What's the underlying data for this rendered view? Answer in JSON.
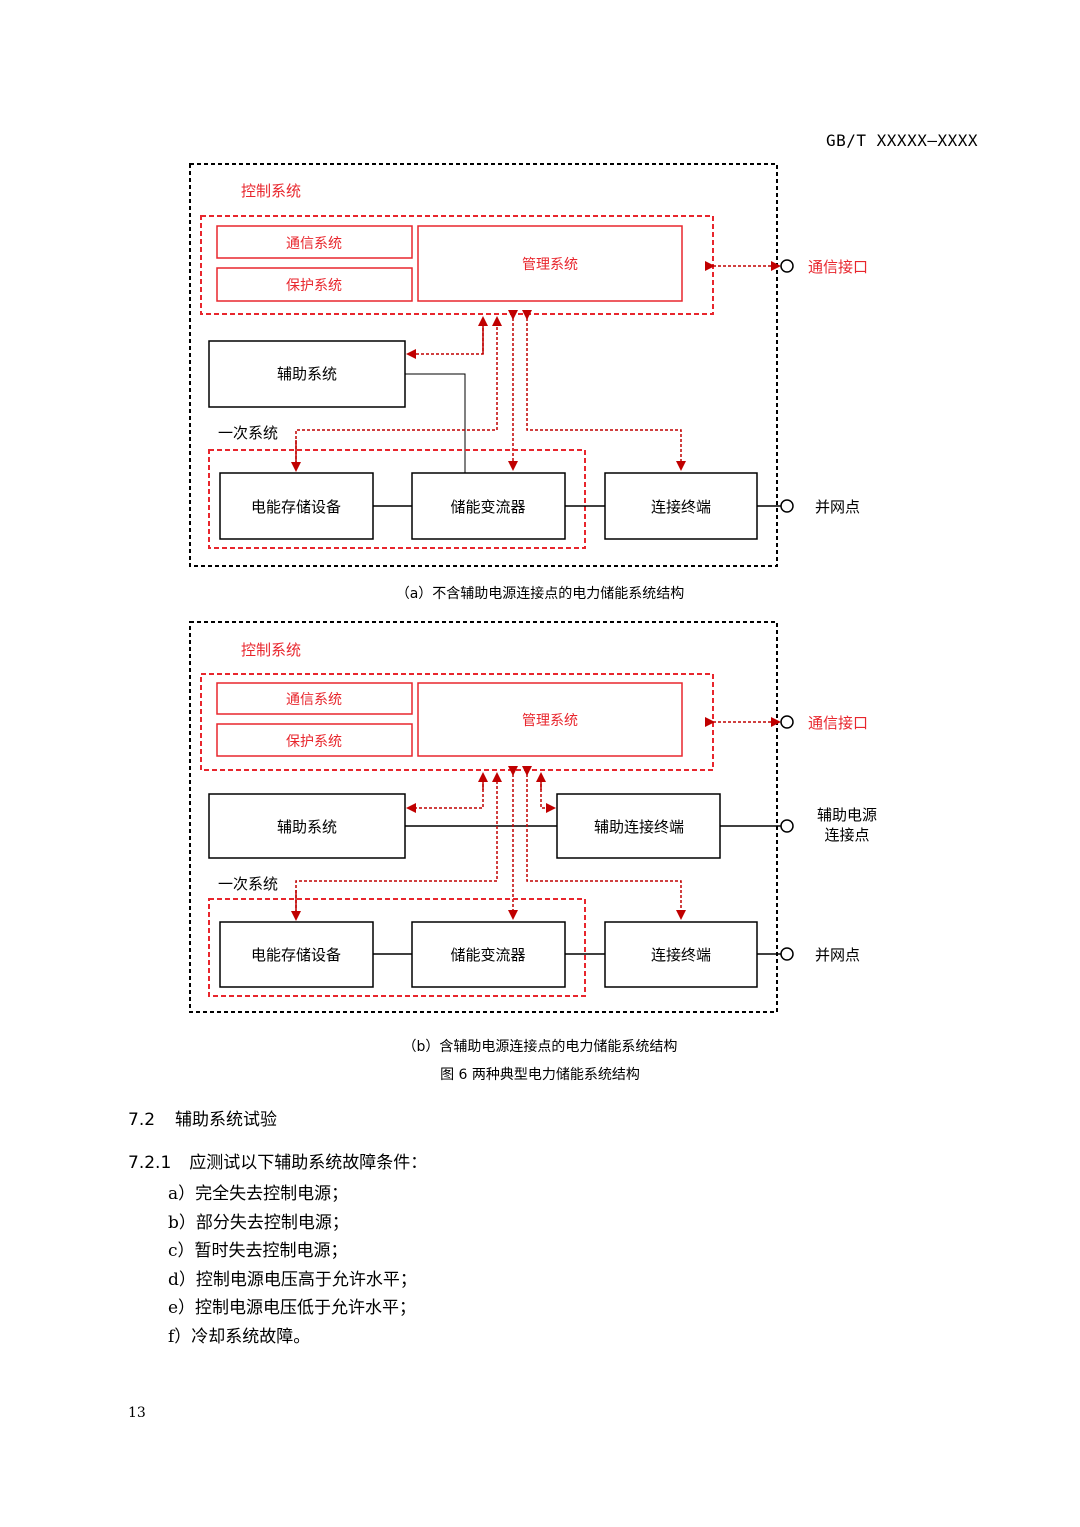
{
  "header": {
    "standard_code": "GB/T XXXXX—XXXX"
  },
  "diagram_a": {
    "control_system": "控制系统",
    "comm_system": "通信系统",
    "protection_system": "保护系统",
    "management_system": "管理系统",
    "comm_interface": "通信接口",
    "aux_system": "辅助系统",
    "primary_system": "一次系统",
    "energy_storage_device": "电能存储设备",
    "pcs": "储能变流器",
    "connection_terminal": "连接终端",
    "grid_point": "并网点",
    "caption": "（a）不含辅助电源连接点的电力储能系统结构"
  },
  "diagram_b": {
    "control_system": "控制系统",
    "comm_system": "通信系统",
    "protection_system": "保护系统",
    "management_system": "管理系统",
    "comm_interface": "通信接口",
    "aux_system": "辅助系统",
    "aux_connection_terminal": "辅助连接终端",
    "aux_power_point_line1": "辅助电源",
    "aux_power_point_line2": "连接点",
    "primary_system": "一次系统",
    "energy_storage_device": "电能存储设备",
    "pcs": "储能变流器",
    "connection_terminal": "连接终端",
    "grid_point": "并网点",
    "caption": "（b）含辅助电源连接点的电力储能系统结构"
  },
  "figure_caption": "图 6 两种典型电力储能系统结构",
  "section": {
    "number": "7.2",
    "title": "辅助系统试验"
  },
  "clause": {
    "number": "7.2.1",
    "text": "应测试以下辅助系统故障条件："
  },
  "conditions": [
    "a）完全失去控制电源；",
    "b）部分失去控制电源；",
    "c）暂时失去控制电源；",
    "d）控制电源电压高于允许水平；",
    "e）控制电源电压低于允许水平；",
    "f）冷却系统故障。"
  ],
  "page_number": "13",
  "colors": {
    "red": "#e8262d",
    "dark_red": "#c00000",
    "black": "#000000"
  }
}
